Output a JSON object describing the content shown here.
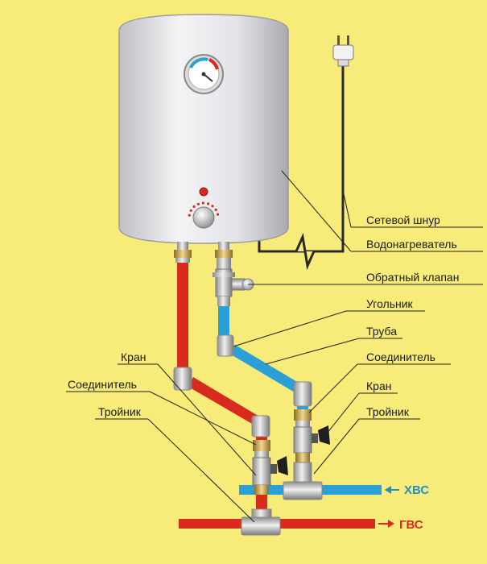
{
  "colors": {
    "background": "#f7ec7a",
    "hot_pipe": "#d92a1e",
    "cold_pipe": "#2a9fd8",
    "cold_label": "#1f8fcf",
    "hot_label": "#d92a1e",
    "leader_line": "#222222",
    "cable": "#2a2a2a"
  },
  "labels": {
    "power_cord": "Сетевой шнур",
    "water_heater": "Водонагреватель",
    "check_valve": "Обратный клапан",
    "elbow": "Угольник",
    "pipe": "Труба",
    "connector_right": "Соединитель",
    "tap_right": "Кран",
    "tee_right": "Тройник",
    "tap_left": "Кран",
    "connector_left": "Соединитель",
    "tee_left": "Тройник"
  },
  "flows": {
    "cold": "ХВС",
    "hot": "ГВС"
  },
  "icons": {
    "plug": "plug-icon",
    "thermometer": "thermometer-gauge-icon",
    "knob": "control-knob-icon",
    "indicator": "indicator-lamp-icon",
    "arrow_cold": "arrow-left-icon",
    "arrow_hot": "arrow-right-icon"
  }
}
